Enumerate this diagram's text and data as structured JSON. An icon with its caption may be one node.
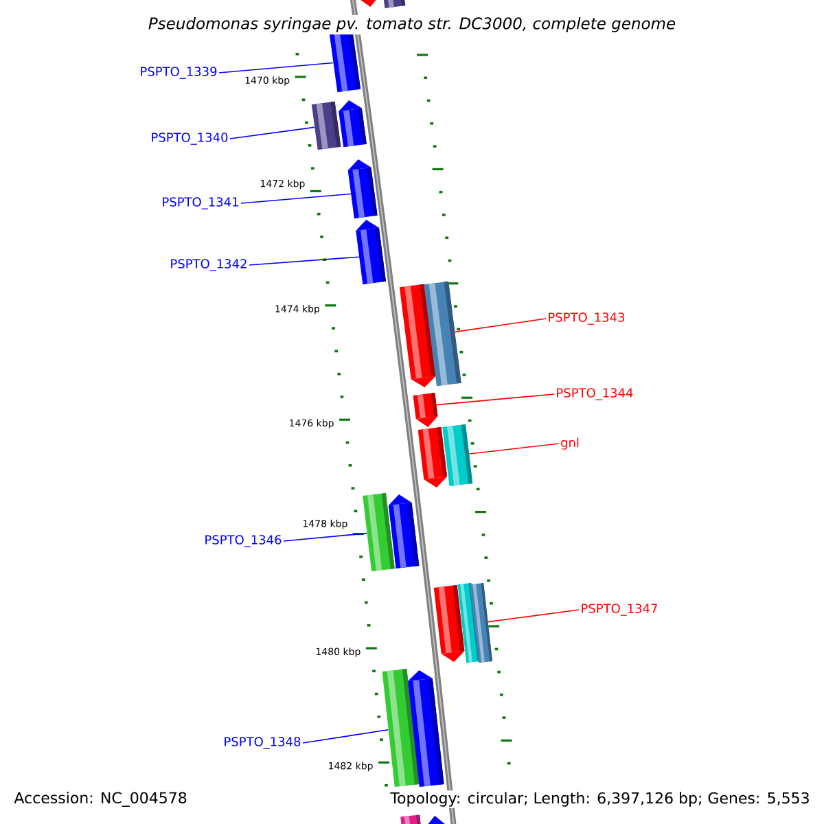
{
  "diagram": {
    "title": "Pseudomonas syringae pv. tomato str. DC3000, complete genome",
    "nodes": [
      {
        "text": [
          "PSPTO_1339"
        ]
      },
      {
        "text": [
          "PSPTO_1340"
        ]
      },
      {
        "text": [
          "PSPTO_1341"
        ]
      },
      {
        "text": [
          "PSPTO_1342"
        ]
      },
      {
        "text": [
          "PSPTO_1343"
        ]
      },
      {
        "text": [
          "PSPTO_1344"
        ]
      },
      {
        "text": [
          "gnl"
        ]
      },
      {
        "text": [
          "PSPTO_1346"
        ]
      },
      {
        "text": [
          "PSPTO_1347"
        ]
      },
      {
        "text": [
          "PSPTO_1348"
        ]
      },
      {
        "text": [],
        "shape": "pentagon"
      },
      {
        "text": [],
        "shape": "bar"
      },
      {
        "text": [],
        "shape": "bar"
      },
      {
        "text": [],
        "shape": "bar"
      },
      {
        "text": [],
        "shape": "pentagon"
      },
      {
        "text": [],
        "shape": "pentagon"
      },
      {
        "text": [],
        "shape": "pentagon"
      },
      {
        "text": [],
        "shape": "pentagon"
      },
      {
        "text": [],
        "shape": "bar"
      },
      {
        "text": [],
        "shape": "pentagon"
      },
      {
        "text": [],
        "shape": "pentagon"
      },
      {
        "text": [],
        "shape": "bar"
      },
      {
        "text": [],
        "shape": "bar"
      },
      {
        "text": [],
        "shape": "pentagon"
      },
      {
        "text": [],
        "shape": "pentagon"
      },
      {
        "text": [],
        "shape": "bar"
      },
      {
        "text": [],
        "shape": "bar"
      },
      {
        "text": [],
        "shape": "bar"
      },
      {
        "text": [],
        "shape": "pentagon"
      },
      {
        "text": [],
        "shape": "bar"
      },
      {
        "text": [],
        "shape": "pentagon"
      }
    ],
    "edges": [
      {
        "from": 0,
        "to": 12,
        "arrow": "none",
        "color": "#0000ff"
      },
      {
        "from": 1,
        "to": 13,
        "arrow": "none",
        "color": "#0000ff"
      },
      {
        "from": 2,
        "to": 15,
        "arrow": "none",
        "color": "#0000ff"
      },
      {
        "from": 3,
        "to": 16,
        "arrow": "none",
        "color": "#0000ff"
      },
      {
        "from": 4,
        "to": 18,
        "arrow": "none",
        "color": "#ff0000"
      },
      {
        "from": 5,
        "to": 19,
        "arrow": "none",
        "color": "#ff0000"
      },
      {
        "from": 6,
        "to": 21,
        "arrow": "none",
        "color": "#ff0000"
      },
      {
        "from": 7,
        "to": 22,
        "arrow": "none",
        "color": "#0000ff"
      },
      {
        "from": 8,
        "to": 26,
        "arrow": "none",
        "color": "#ff0000"
      },
      {
        "from": 9,
        "to": 27,
        "arrow": "none",
        "color": "#0000ff"
      }
    ],
    "labels": [
      "1470 kbp",
      "1472 kbp",
      "1474 kbp",
      "1476 kbp",
      "1478 kbp",
      "1480 kbp",
      "1482 kbp",
      "Accession: NC_004578",
      "Topology: circular; Length: 6,397,126 bp; Genes: 5,553"
    ]
  }
}
